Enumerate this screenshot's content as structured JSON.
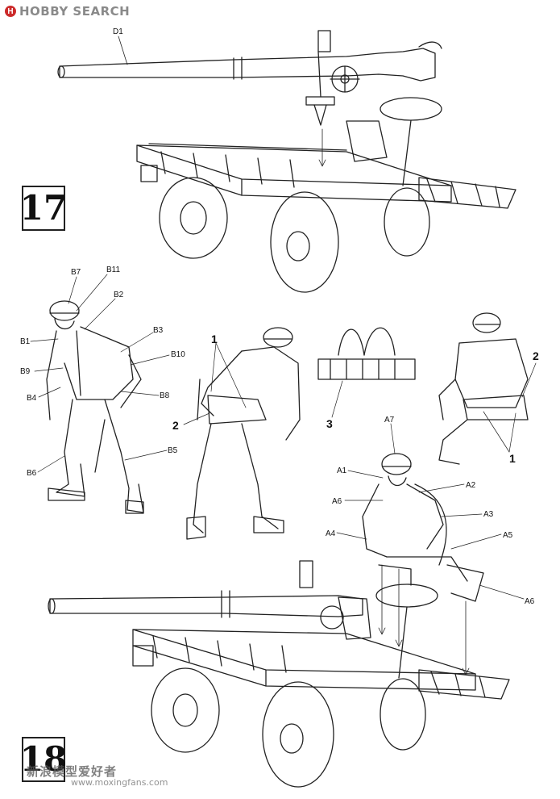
{
  "brand": {
    "name": "HOBBY SEARCH",
    "icon": "hobby-search-logo-icon"
  },
  "steps": [
    {
      "id": "step-17",
      "number": "17"
    },
    {
      "id": "step-18",
      "number": "18"
    }
  ],
  "part_labels": {
    "gun": "D1",
    "figure_b": [
      "B7",
      "B11",
      "B2",
      "B1",
      "B3",
      "B10",
      "B9",
      "B8",
      "B4",
      "B5",
      "B6"
    ],
    "figure_a": [
      "A7",
      "A1",
      "A2",
      "A6",
      "A3",
      "A4",
      "A5",
      "A6"
    ],
    "callouts": [
      "1",
      "2",
      "3",
      "1",
      "2"
    ]
  },
  "watermark": {
    "line1": "新浪模型爱好者",
    "line2": "www.moxingfans.com"
  }
}
